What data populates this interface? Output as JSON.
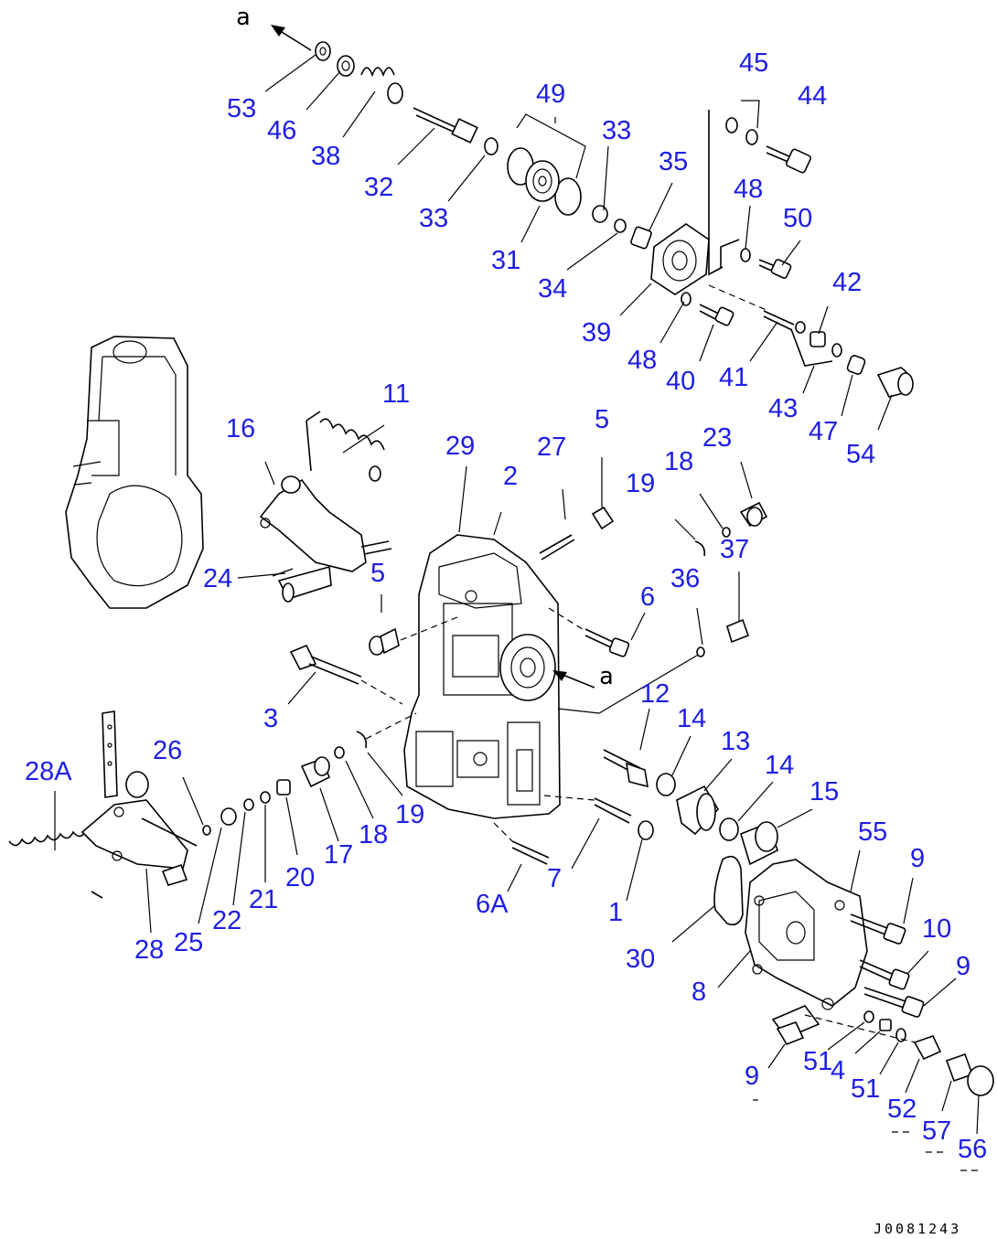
{
  "drawing_code": "J0081243",
  "reference_marks": [
    "a",
    "a"
  ],
  "part_labels": [
    "53",
    "46",
    "38",
    "32",
    "33",
    "49",
    "31",
    "33",
    "34",
    "35",
    "45",
    "44",
    "48",
    "50",
    "39",
    "48",
    "40",
    "41",
    "42",
    "43",
    "47",
    "54",
    "11",
    "16",
    "24",
    "5",
    "29",
    "2",
    "27",
    "5",
    "19",
    "18",
    "23",
    "37",
    "36",
    "6",
    "3",
    "12",
    "14",
    "13",
    "14",
    "15",
    "28A",
    "26",
    "28",
    "25",
    "22",
    "21",
    "20",
    "17",
    "18",
    "19",
    "6A",
    "7",
    "1",
    "55",
    "9",
    "10",
    "30",
    "8",
    "9",
    "9",
    "51",
    "4",
    "51",
    "52",
    "57",
    "56"
  ]
}
